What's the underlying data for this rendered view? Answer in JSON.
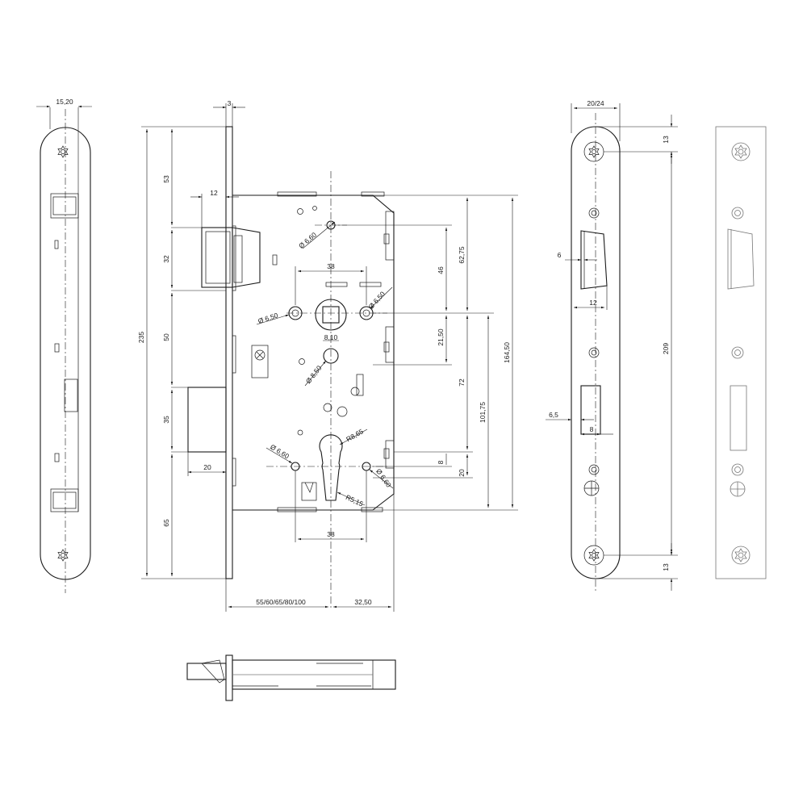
{
  "dimensions": {
    "faceplate_width": "15,20",
    "forend_thickness": "3",
    "total_height": "235",
    "d53": "53",
    "d32": "32",
    "d50": "50",
    "d35": "35",
    "d65": "65",
    "latch_projection": "12",
    "bolt_projection": "20",
    "backset": "55/60/65/80/100",
    "follower_offset": "32,50",
    "hole_top": "6,60",
    "follower_spacing": "38",
    "hole_left_follower": "6,50",
    "hole_right_follower": "6,50",
    "square": "8,10",
    "hole_mid": "8,50",
    "cyl_radius_top": "R8,65",
    "cyl_radius_bottom": "R5,15",
    "hole_cyl_left": "6,60",
    "hole_cyl_right": "6,60",
    "cyl_spacing": "38",
    "d46": "46",
    "d62_75": "62,75",
    "d164_50": "164,50",
    "d21_50": "21,50",
    "d72": "72",
    "d101_75": "101,75",
    "d8_right": "8",
    "d20_right": "20",
    "strike_width": "20/24",
    "strike_13_top": "13",
    "strike_209": "209",
    "strike_13_bottom": "13",
    "strike_latch_depth": "6",
    "strike_latch_width": "12",
    "strike_bolt_depth": "6,5",
    "strike_bolt_width": "8"
  }
}
